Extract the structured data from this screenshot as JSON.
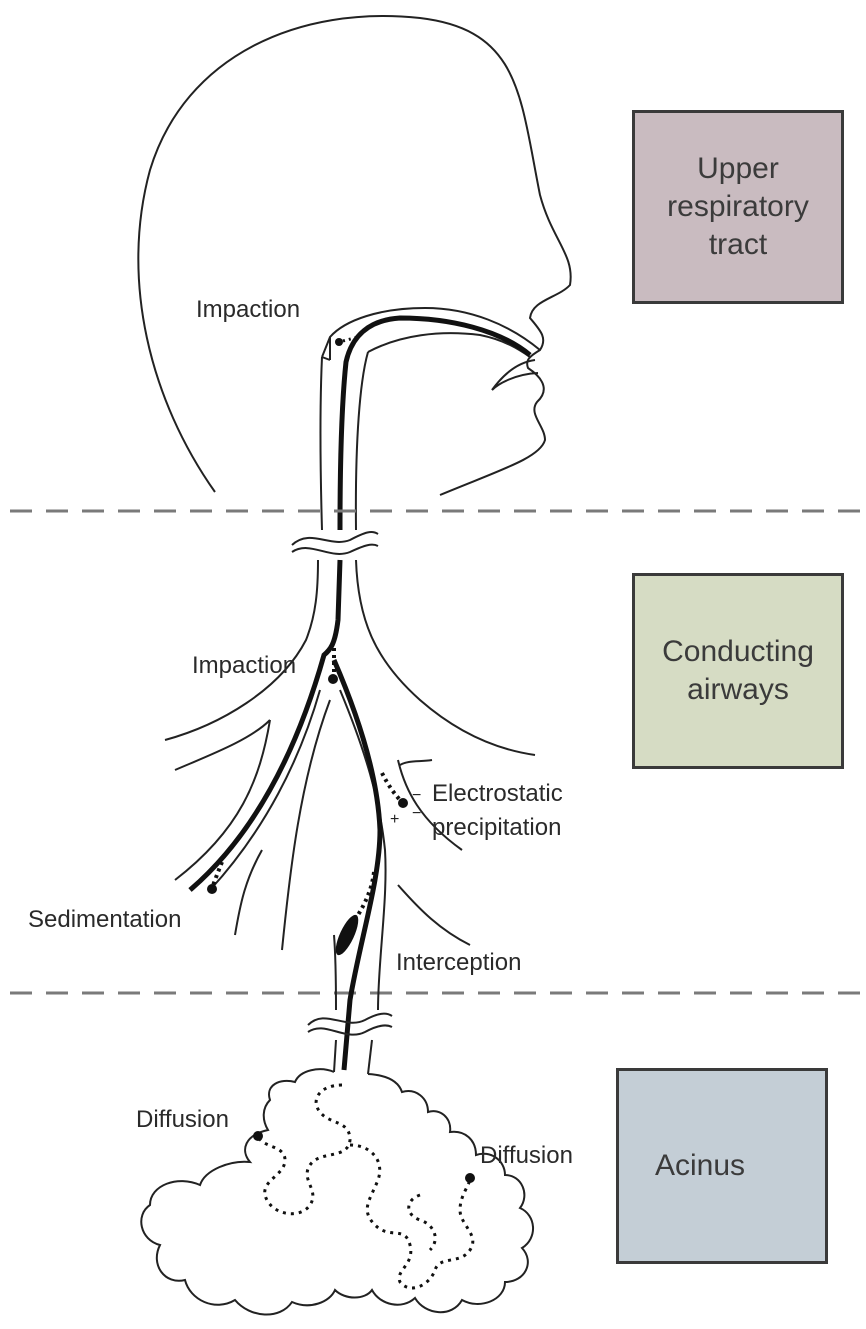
{
  "regions": {
    "upper": {
      "label": "Upper\nrespiratory\ntract",
      "color": "#c9bbc0"
    },
    "conducting": {
      "label": "Conducting\nairways",
      "color": "#d6dcc4"
    },
    "acinus": {
      "label": "Acinus",
      "color": "#c4ced6"
    }
  },
  "mechanisms": {
    "impaction_upper": "Impaction",
    "impaction_lower": "Impaction",
    "electrostatic_line1": "Electrostatic",
    "electrostatic_line2": "precipitation",
    "sedimentation": "Sedimentation",
    "interception": "Interception",
    "diffusion_left": "Diffusion",
    "diffusion_right": "Diffusion"
  },
  "colors": {
    "outline": "#222222",
    "divider": "#7a7a7a"
  }
}
